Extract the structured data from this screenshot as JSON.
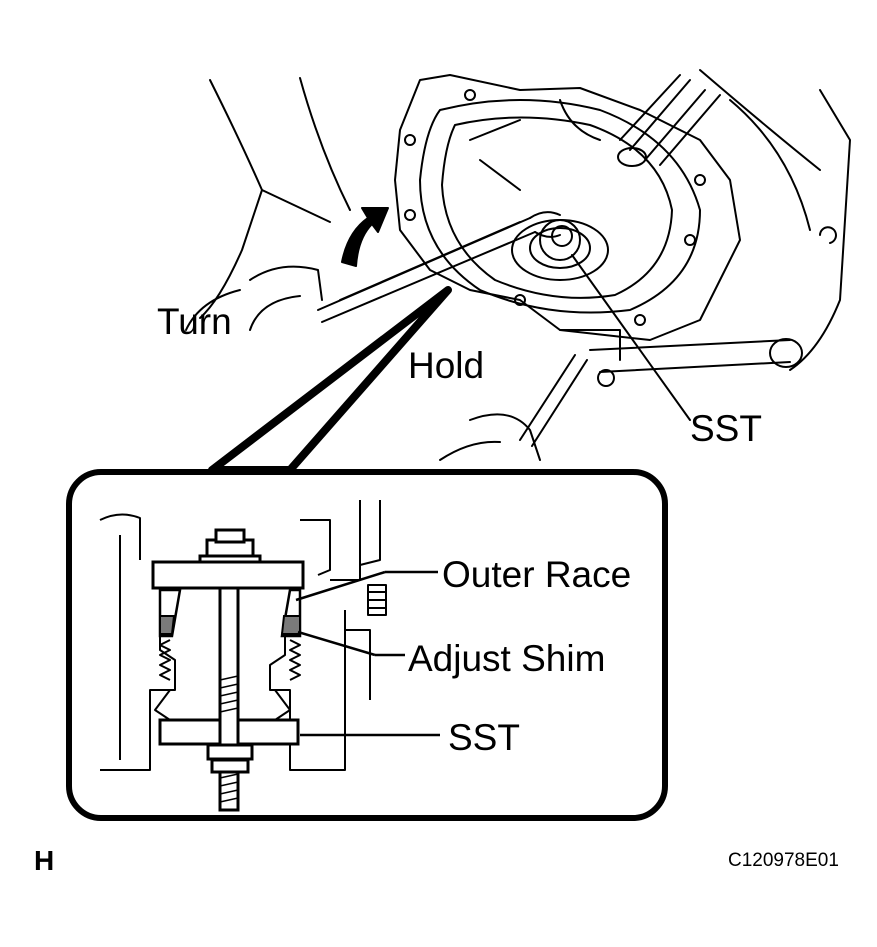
{
  "labels": {
    "turn": "Turn",
    "hold": "Hold",
    "sst_top": "SST",
    "outer_race": "Outer Race",
    "adjust_shim": "Adjust Shim",
    "sst_detail": "SST"
  },
  "footer": {
    "section_letter": "H",
    "figure_code": "C120978E01"
  }
}
